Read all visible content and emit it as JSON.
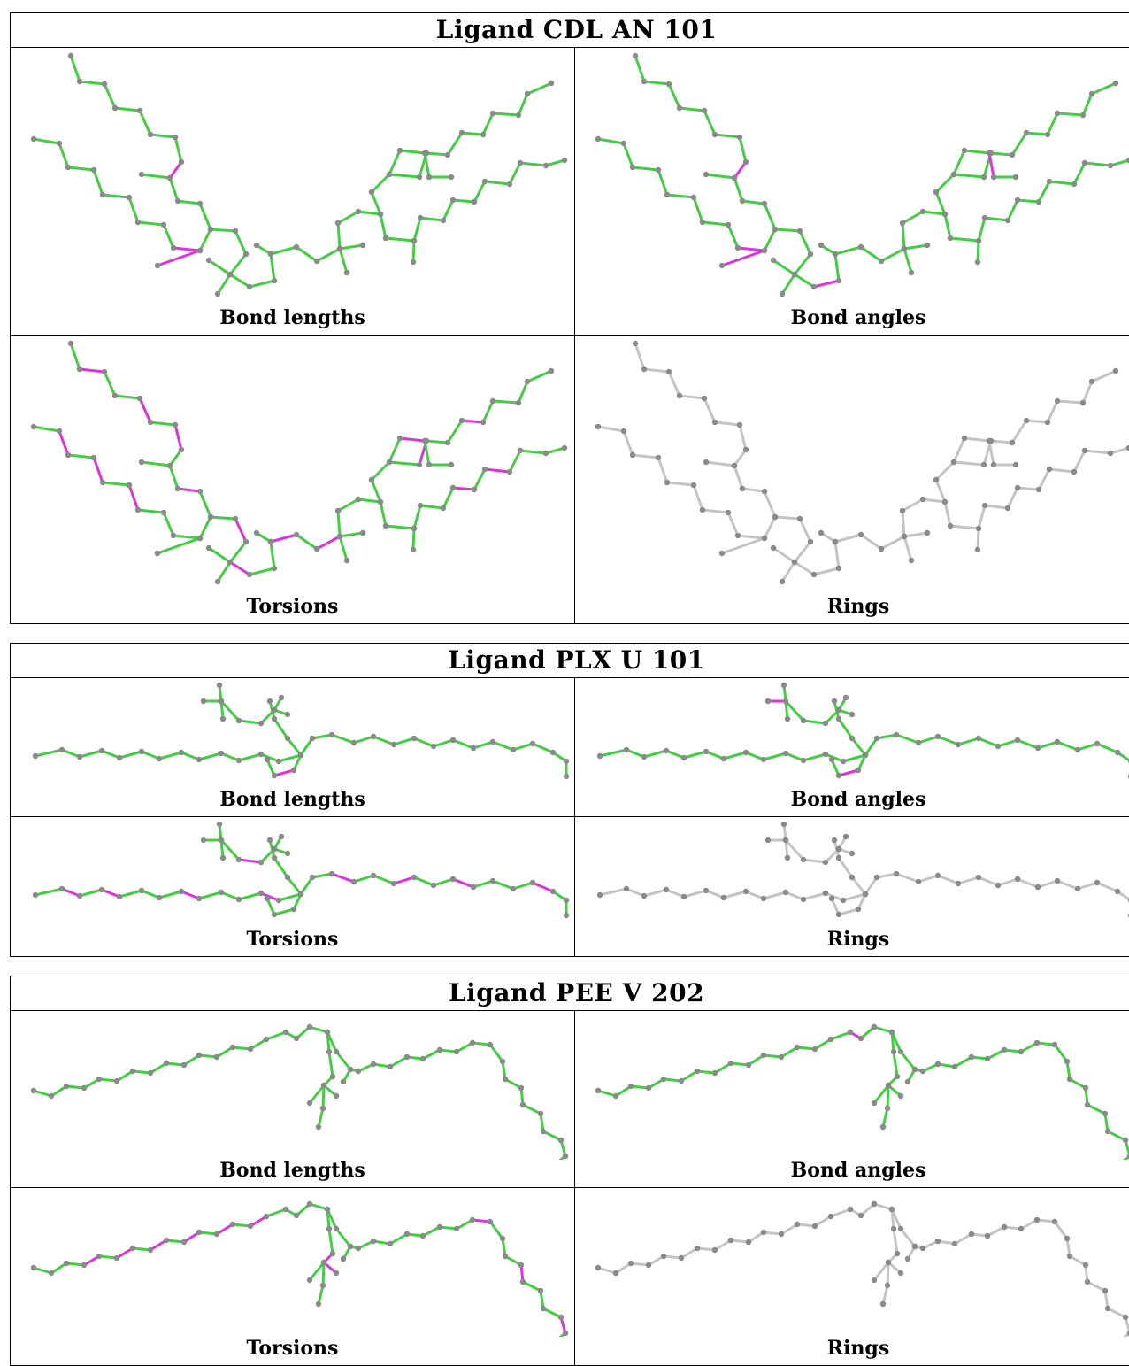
{
  "colors": {
    "ok_bond": "#44cc44",
    "outlier_bond": "#dd33dd",
    "neutral_bond": "#c4c4c4",
    "atom": "#8a8a8a",
    "border": "#000000"
  },
  "ligands": [
    {
      "title": "Ligand CDL AN 101",
      "panels": [
        {
          "caption": "Bond lengths",
          "scheme": "lengths"
        },
        {
          "caption": "Bond angles",
          "scheme": "angles"
        },
        {
          "caption": "Torsions",
          "scheme": "torsions"
        },
        {
          "caption": "Rings",
          "scheme": "rings"
        }
      ]
    },
    {
      "title": "Ligand PLX U 101",
      "panels": [
        {
          "caption": "Bond lengths",
          "scheme": "lengths"
        },
        {
          "caption": "Bond angles",
          "scheme": "angles"
        },
        {
          "caption": "Torsions",
          "scheme": "torsions"
        },
        {
          "caption": "Rings",
          "scheme": "rings"
        }
      ]
    },
    {
      "title": "Ligand PEE V 202",
      "panels": [
        {
          "caption": "Bond lengths",
          "scheme": "lengths"
        },
        {
          "caption": "Bond angles",
          "scheme": "angles"
        },
        {
          "caption": "Torsions",
          "scheme": "torsions"
        },
        {
          "caption": "Rings",
          "scheme": "rings"
        }
      ]
    }
  ]
}
